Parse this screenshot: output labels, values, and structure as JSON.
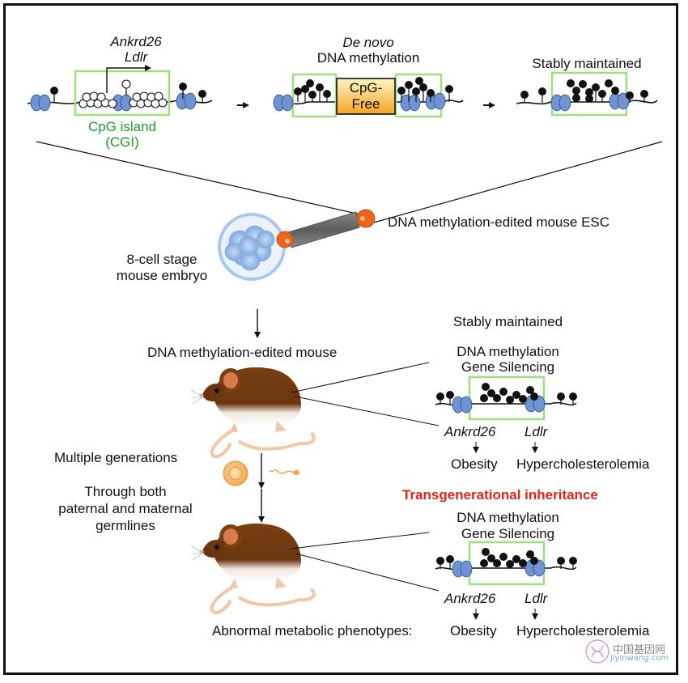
{
  "top": {
    "gene_ankrd26": "Ankrd26",
    "gene_ldlr": "Ldlr",
    "cgi_line1": "CpG island",
    "cgi_line2": "(CGI)",
    "denovo_line1": "De novo",
    "denovo_line2": "DNA methylation",
    "cpgfree_line1": "CpG-",
    "cpgfree_line2": "Free",
    "stably_maintained": "Stably maintained"
  },
  "middle": {
    "esc_label": "DNA methylation-edited mouse ESC",
    "embryo_line1": "8-cell stage",
    "embryo_line2": "mouse embryo",
    "edited_mouse": "DNA methylation-edited mouse"
  },
  "right1": {
    "stably_maintained": "Stably maintained",
    "line1": "DNA methylation",
    "line2": "Gene Silencing",
    "gene_a": "Ankrd26",
    "gene_b": "Ldlr",
    "pheno_a": "Obesity",
    "pheno_b": "Hypercholesterolemia"
  },
  "left_middle": {
    "multi_gen": "Multiple generations",
    "through1": "Through both",
    "through2": "paternal and maternal",
    "through3": "germlines"
  },
  "transgen": "Transgenerational inheritance",
  "right2": {
    "line1": "DNA methylation",
    "line2": "Gene Silencing",
    "gene_a": "Ankrd26",
    "gene_b": "Ldlr",
    "pheno_prefix": "Abnormal metabolic phenotypes:",
    "pheno_a": "Obesity",
    "pheno_b": "Hypercholesterolemia"
  },
  "watermark": {
    "cn": "中国基因网",
    "url": "jiyinwang.com"
  },
  "colors": {
    "nucleosome": "#6f93d3",
    "highlight_box": "#9be27c",
    "label_green": "#1f9a2a",
    "emphasis_red": "#e2231a",
    "mouse_fur": "#7a3f12",
    "mouse_skin": "#f2c6a8",
    "cell_orange": "#e8661c",
    "cpg_free_fill": "#f6b73c"
  }
}
